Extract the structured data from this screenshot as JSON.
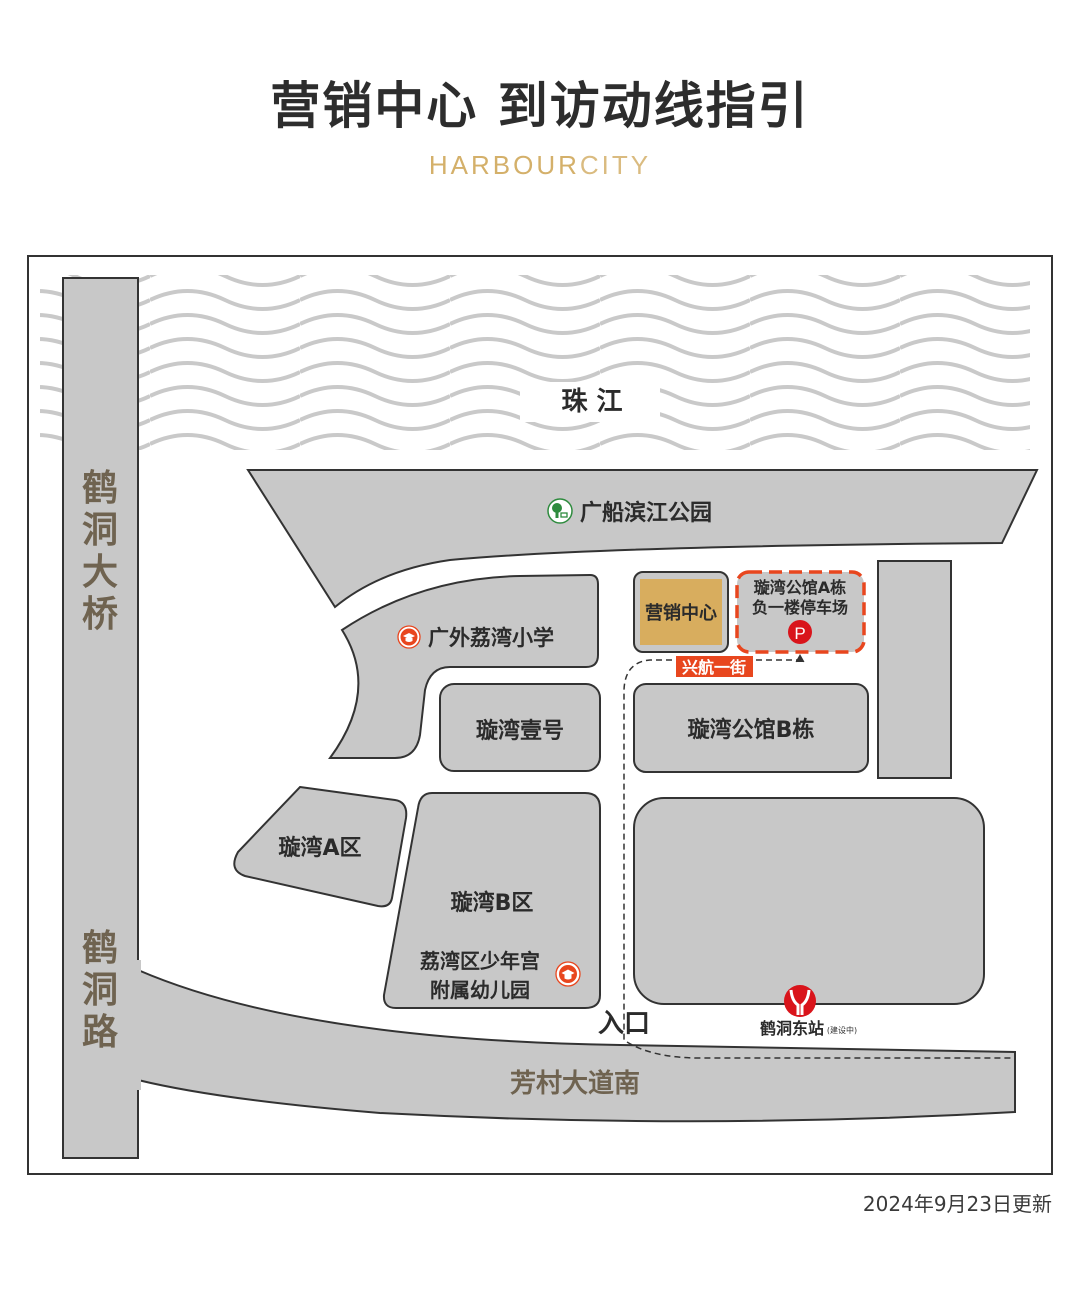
{
  "header": {
    "title": "营销中心 到访动线指引",
    "brand_bold": "HARBOUR",
    "brand_light": "CITY"
  },
  "map": {
    "river": "珠 江",
    "roads": {
      "bridge": "鹤洞大桥",
      "hedong_road": "鹤洞路",
      "fangcun_road": "芳村大道南",
      "xinghang_street": "兴航一街"
    },
    "places": {
      "park": "广船滨江公园",
      "school": "广外荔湾小学",
      "xuanwan_one": "璇湾壹号",
      "xuanwan_a": "璇湾A区",
      "xuanwan_b": "璇湾B区",
      "kindergarten_line1": "荔湾区少年宫",
      "kindergarten_line2": "附属幼儿园",
      "sales_center": "营销中心",
      "parking_line1": "璇湾公馆A栋",
      "parking_line2": "负一楼停车场",
      "parking_symbol": "P",
      "building_b": "璇湾公馆B栋",
      "entrance": "入口",
      "metro_station": "鹤洞东站",
      "metro_note": "(建设中)"
    },
    "icons": {
      "park": "tree-bench-icon",
      "school": "graduation-cap-icon",
      "parking": "parking-icon",
      "metro": "metro-logo-icon"
    },
    "colors": {
      "block_fill": "#c8c8c8",
      "sales_fill": "#d8ad5e",
      "accent_red": "#e8461e",
      "metro_red": "#d9141b",
      "park_green": "#2e8b3e",
      "brand_gold": "#d4b06a",
      "road_text": "#6f6350"
    }
  },
  "footer": {
    "updated": "2024年9月23日更新"
  }
}
